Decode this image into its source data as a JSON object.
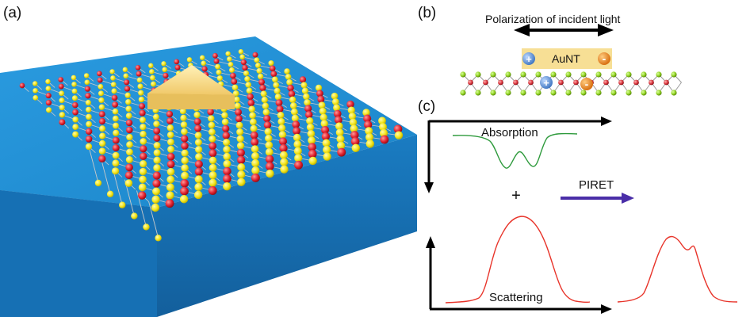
{
  "panels": {
    "a": {
      "label": "(a)"
    },
    "b": {
      "label": "(b)",
      "polarization_text": "Polarization of incident light",
      "particle_label": "AuNT",
      "plus_sign": "+",
      "minus_sign": "-"
    },
    "c": {
      "label": "(c)",
      "absorption_label": "Absorption",
      "plus_symbol": "+",
      "piret_label": "PIRET",
      "scattering_label": "Scattering"
    }
  },
  "colors": {
    "substrate_top": "#1f8fd3",
    "substrate_side": "#1778bf",
    "sulfur_atom": "#f2e51a",
    "metal_atom": "#e0202e",
    "bond": "#c9c9c9",
    "triangle": "#f6d98a",
    "absorption_curve": "#2e9a3c",
    "scattering_curve": "#e8342a",
    "piret_arrow": "#4a2ea8",
    "plus_charge": "#4f8fd6",
    "minus_charge": "#ef7d1a",
    "axis": "#000000"
  },
  "icons": {
    "charge_plus": "plus-charge-icon",
    "charge_minus": "minus-charge-icon",
    "double_arrow": "double-arrow-icon",
    "piret_arrow": "right-arrow-icon"
  }
}
